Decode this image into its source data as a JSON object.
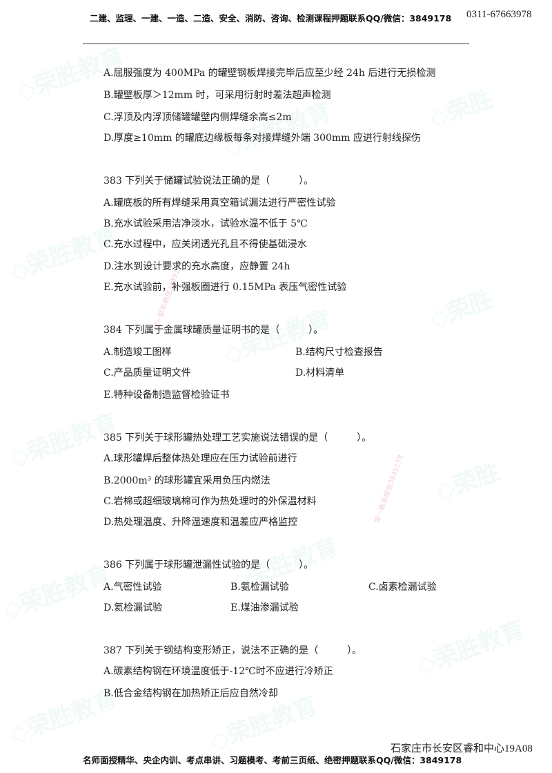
{
  "header": {
    "courses": "二建、监理、一建、一造、二造、安全、消防、咨询、检测课程押题联系QQ/微信：3849178",
    "phone": "0311-67663978"
  },
  "prev_options": [
    "A.屈服强度为 400MPa 的罐壁钢板焊接完毕后应至少经 24h 后进行无损检测",
    "B.罐壁板厚＞12mm 时，可采用衍射时差法超声检测",
    "C.浮顶及内浮顶储罐罐壁内侧焊缝余高≤2m",
    "D.厚度≥10mm 的罐底边缘板每条对接焊缝外端 300mm 应进行射线探伤"
  ],
  "q383": {
    "stem": "383 下列关于储罐试验说法正确的是（　　　）。",
    "options": [
      "A.罐底板的所有焊缝采用真空箱试漏法进行严密性试验",
      "B.充水试验采用洁净淡水，试验水温不低于 5℃",
      "C.充水过程中，应关闭透光孔且不得使基础浸水",
      "D.注水到设计要求的充水高度，应静置 24h",
      "E.充水试验前，补强板圈进行 0.15MPa 表压气密性试验"
    ]
  },
  "q384": {
    "stem": "384 下列属于金属球罐质量证明书的是（　　　）。",
    "options": [
      "A.制造竣工图样",
      "B.结构尺寸检查报告",
      "C.产品质量证明文件",
      "D.材料清单",
      "E.特种设备制造监督检验证书"
    ]
  },
  "q385": {
    "stem": "385 下列关于球形罐热处理工艺实施说法错误的是（　　　）。",
    "options": [
      "A.球形罐焊后整体热处理应在压力试验前进行",
      "B.2000m³ 的球形罐宜采用负压内燃法",
      "C.岩棉或超细玻璃棉可作为热处理时的外保温材料",
      "D.热处理温度、升降温速度和温差应严格监控"
    ]
  },
  "q386": {
    "stem": "386 下列属于球形罐泄漏性试验的是（　　　）。",
    "options": [
      "A.气密性试验",
      "B.氨检漏试验",
      "C.卤素检漏试验",
      "D.氦检漏试验",
      "E.煤油渗漏试验"
    ]
  },
  "q387": {
    "stem": "387 下列关于钢结构变形矫正，说法不正确的是（　　　）。",
    "options": [
      "A.碳素结构钢在环境温度低于-12℃时不应进行冷矫正",
      "B.低合金结构钢在加热矫正后应自然冷却"
    ]
  },
  "footer": {
    "promo": "名师面授精华、央企内训、考点串讲、习题模考、考前三页纸、绝密押题联系QQ/微信：3849178",
    "address": "石家庄市长安区睿和中心19A08"
  }
}
